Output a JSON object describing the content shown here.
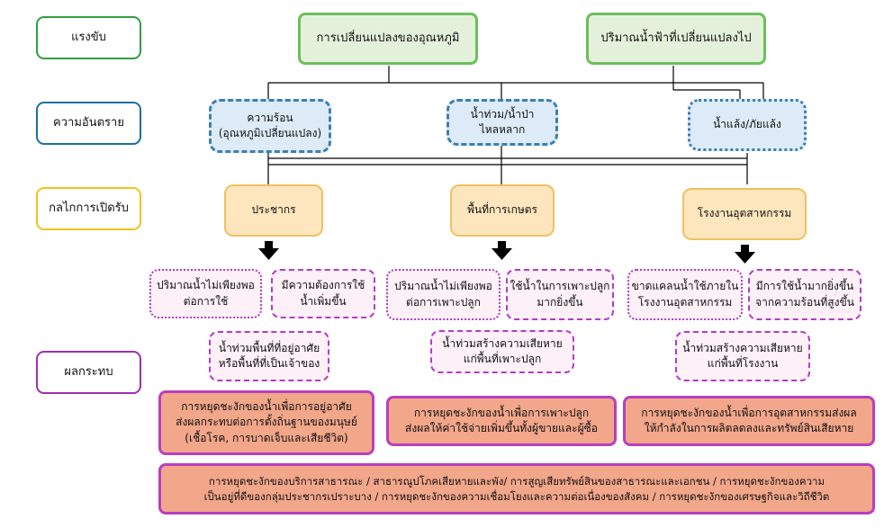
{
  "row_labels": {
    "driver": "แรงขับ",
    "hazard": "ความอันตราย",
    "exposure": "กลไกการเปิดรับ",
    "impact": "ผลกระทบ"
  },
  "drivers": {
    "temperature": "การเปลี่ยนแปลงของอุณหภูมิ",
    "rainfall": "ปริมาณน้ำฟ้าที่เปลี่ยนแปลงไป"
  },
  "hazards": {
    "heat": "ความร้อน\n(อุณหภูมิเปลี่ยนแปลง)",
    "flood": "น้ำท่วม/น้ำป่า\nไหลหลาก",
    "drought": "น้ำแล้ง/ภัยแล้ง"
  },
  "exposures": {
    "population": "ประชากร",
    "agriculture": "พื้นที่การเกษตร",
    "industry": "โรงงานอุตสาหกรรม"
  },
  "impacts": {
    "pop_water_short": "ปริมาณน้ำไม่เพียงพอ\nต่อการใช้",
    "pop_water_demand": "มีความต้องการใช้\nน้ำเพิ่มขึ้น",
    "pop_flood": "น้ำท่วมพื้นที่ที่อยู่อาศัย\nหรือพื้นที่ที่เป็นเจ้าของ",
    "agri_water_short": "ปริมาณน้ำไม่เพียงพอ\nต่อการเพาะปลูก",
    "agri_water_use": "ใช้น้ำในการเพาะปลูก\nมากยิ่งขึ้น",
    "agri_flood": "น้ำท่วมสร้างความเสียหาย\nแก่พื้นที่เพาะปลูก",
    "ind_water_short": "ขาดแคลนน้ำใช้ภายใน\nโรงงานอุตสาหกรรม",
    "ind_water_use": "มีการใช้น้ำมากยิ่งขึ้น\nจากความร้อนที่สูงขึ้น",
    "ind_flood": "น้ำท่วมสร้างความเสียหาย\nแก่พื้นที่โรงงาน"
  },
  "results": {
    "population": "การหยุดชะงักของน้ำเพื่อการอยู่อาศัย\nส่งผลกระทบต่อการตั้งถิ่นฐานของมนุษย์\n(เชื้อโรค, การบาดเจ็บและเสียชีวิต)",
    "agriculture": "การหยุดชะงักของน้ำเพื่อการเพาะปลูก\nส่งผลให้ค่าใช้จ่ายเพิ่มขึ้นทั้งผู้ขายและผู้ซื้อ",
    "industry": "การหยุดชะงักของน้ำเพื่อการอุตสาหกรรมส่งผล\nให้กำลังในการผลิตลดลงและทรัพย์สินเสียหาย",
    "overall": "การหยุดชะงักของบริการสาธารณะ / สาธารณูปโภคเสียหายและพัง/ การสูญเสียทรัพย์สินของสาธารณะและเอกชน / การหยุดชะงักของความ\nเป็นอยู่ที่ดีของกลุ่มประชากรเปราะบาง / การหยุดชะงักของความเชื่อมโยงและความต่อเนื่องของสังคม / การหยุดชะงักของเศรษฐกิจและวิถีชีวิต"
  },
  "colors": {
    "driver_fill": "#e4f1da",
    "hazard_fill": "#dcebf7",
    "exposure_fill": "#fde6bd",
    "impact_fill": "#fdf0f6",
    "result_fill": "#f2a68a",
    "result_border": "#b83fc0"
  }
}
